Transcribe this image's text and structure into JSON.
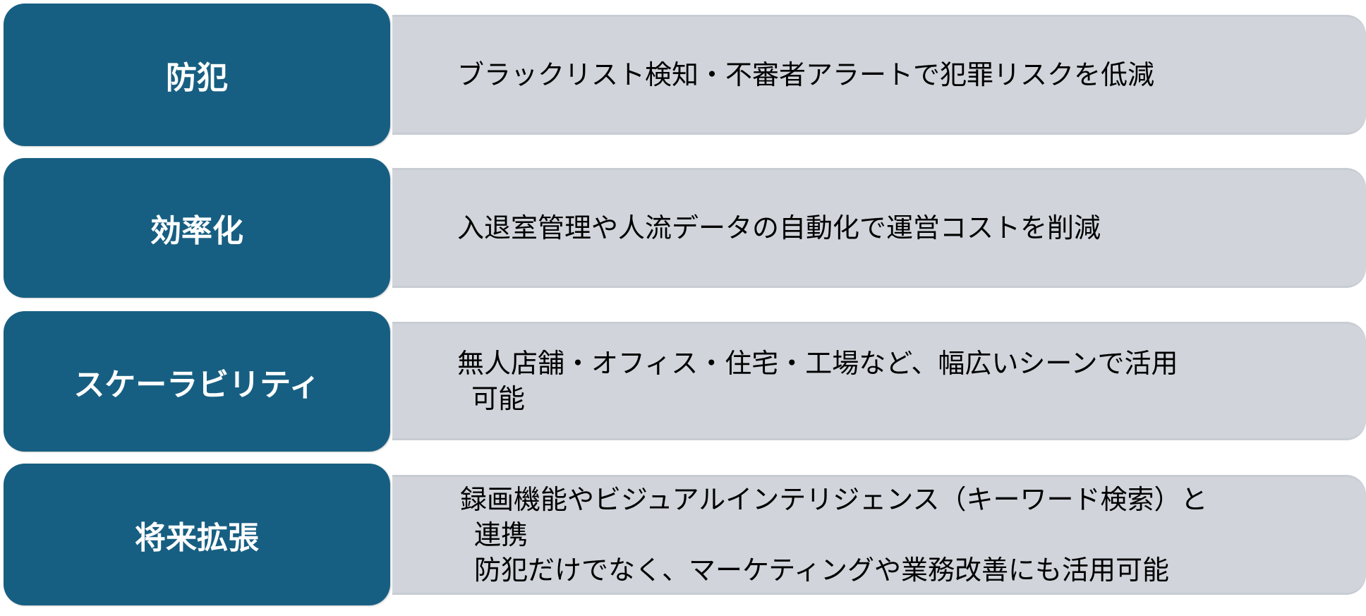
{
  "rows": [
    {
      "label": "防犯",
      "lines": [
        "ブラックリスト検知・不審者アラートで犯罪リスクを低減"
      ]
    },
    {
      "label": "効率化",
      "lines": [
        "入退室管理や人流データの自動化で運営コストを削減"
      ]
    },
    {
      "label": "スケーラビリティ",
      "lines": [
        "無人店舗・オフィス・住宅・工場など、幅広いシーンで活用",
        "可能"
      ]
    },
    {
      "label": "将来拡張",
      "lines": [
        "録画機能やビジュアルインテリジェンス（キーワード検索）と",
        "連携",
        "防犯だけでなく、マーケティングや業務改善にも活用可能"
      ]
    }
  ],
  "colors": {
    "label_bg": "#175f82",
    "desc_bg": "#d1d5db"
  }
}
